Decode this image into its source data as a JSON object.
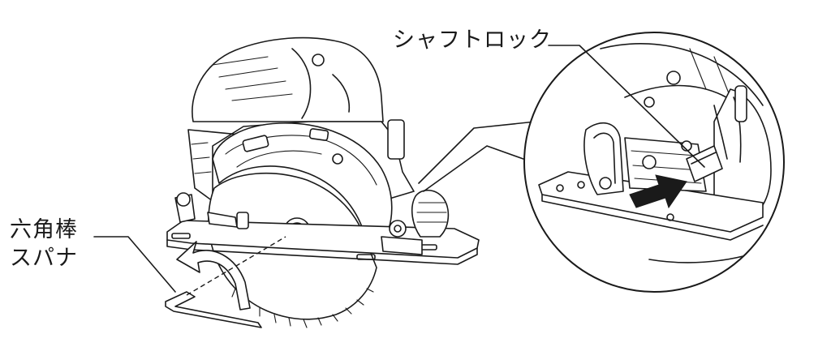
{
  "labels": {
    "shaft_lock": "シャフトロック",
    "hex_wrench_line1": "六角棒",
    "hex_wrench_line2": "スパナ"
  },
  "colors": {
    "line": "#1a1a1a",
    "background": "#ffffff"
  }
}
